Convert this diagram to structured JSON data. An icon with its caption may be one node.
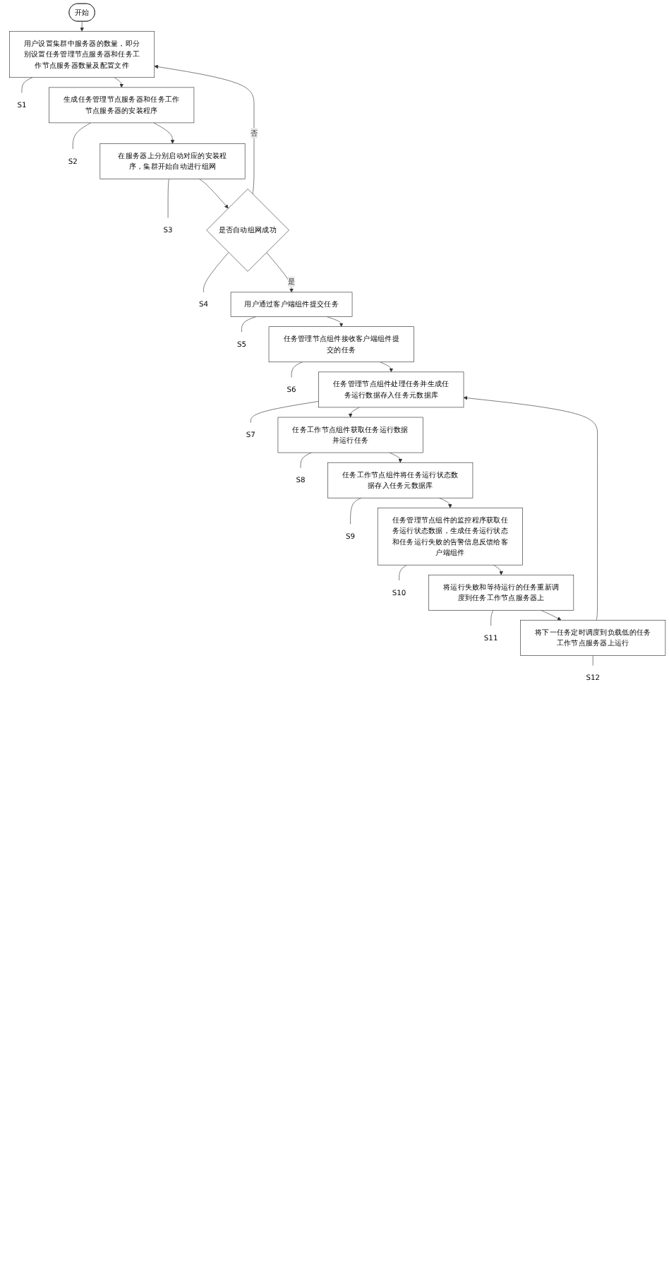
{
  "diagram": {
    "nodes": [
      {
        "text": [
          "开始"
        ]
      },
      {
        "text": [
          "用户设置集群中服务器的数量，即分别设置任务管理节点服务器和任务工作节点服务器数量及配置文件"
        ]
      },
      {
        "text": [
          "S1"
        ]
      },
      {
        "text": [
          "生成任务管理节点服务器和任务工作节点服务器的安装程序"
        ]
      },
      {
        "text": [
          "S2"
        ]
      },
      {
        "text": [
          "在服务器上分别启动对应的安装程序，集群开始自动进行组网"
        ]
      },
      {
        "text": [
          "S3"
        ]
      },
      {
        "text": [
          "是否自动组网成功"
        ]
      },
      {
        "text": [
          "S4"
        ]
      },
      {
        "text": [
          "用户通过客户端组件提交任务"
        ]
      },
      {
        "text": [
          "S5"
        ]
      },
      {
        "text": [
          "任务管理节点组件接收客户端组件提交的任务"
        ]
      },
      {
        "text": [
          "S6"
        ]
      },
      {
        "text": [
          "任务管理节点组件处理任务并生成任务运行数据存入任务元数据库"
        ]
      },
      {
        "text": [
          "S7"
        ]
      },
      {
        "text": [
          "任务工作节点组件获取任务运行数据并运行任务"
        ]
      },
      {
        "text": [
          "S8"
        ]
      },
      {
        "text": [
          "任务工作节点组件将任务运行状态数据存入任务元数据库"
        ]
      },
      {
        "text": [
          "S9"
        ]
      },
      {
        "text": [
          "任务管理节点组件的监控程序获取任务运行状态数据，生成任务运行状态和任务运行失败的告警信息反馈给客户端组件"
        ]
      },
      {
        "text": [
          "S10"
        ]
      },
      {
        "text": [
          "将运行失败和等待运行的任务重新调度到任务工作节点服务器上"
        ]
      },
      {
        "text": [
          "S11"
        ]
      },
      {
        "text": [
          "将下一任务定时调度到负载低的任务工作节点服务器上运行"
        ]
      },
      {
        "text": [
          "S12"
        ]
      }
    ],
    "edges": [
      {
        "from": 0,
        "to": 1,
        "arrow": "to"
      },
      {
        "from": 1,
        "to": 3,
        "arrow": "to"
      },
      {
        "from": 3,
        "to": 5,
        "arrow": "to"
      },
      {
        "from": 5,
        "to": 7,
        "arrow": "to"
      },
      {
        "from": 7,
        "to": 1,
        "arrow": "to",
        "label": "否"
      },
      {
        "from": 7,
        "to": 9,
        "arrow": "to",
        "label": "是"
      },
      {
        "from": 9,
        "to": 11,
        "arrow": "to"
      },
      {
        "from": 11,
        "to": 13,
        "arrow": "to"
      },
      {
        "from": 13,
        "to": 15,
        "arrow": "to"
      },
      {
        "from": 15,
        "to": 17,
        "arrow": "to"
      },
      {
        "from": 17,
        "to": 19,
        "arrow": "to"
      },
      {
        "from": 19,
        "to": 21,
        "arrow": "to"
      },
      {
        "from": 21,
        "to": 23,
        "arrow": "to"
      },
      {
        "from": 23,
        "to": 13,
        "arrow": "to"
      },
      {
        "from": 1,
        "to": 2,
        "arrow": "none"
      },
      {
        "from": 3,
        "to": 4,
        "arrow": "none"
      },
      {
        "from": 5,
        "to": 6,
        "arrow": "none"
      },
      {
        "from": 7,
        "to": 8,
        "arrow": "none"
      },
      {
        "from": 9,
        "to": 10,
        "arrow": "none"
      },
      {
        "from": 11,
        "to": 12,
        "arrow": "none"
      },
      {
        "from": 13,
        "to": 14,
        "arrow": "none"
      },
      {
        "from": 15,
        "to": 16,
        "arrow": "none"
      },
      {
        "from": 17,
        "to": 18,
        "arrow": "none"
      },
      {
        "from": 19,
        "to": 20,
        "arrow": "none"
      },
      {
        "from": 21,
        "to": 22,
        "arrow": "none"
      },
      {
        "from": 23,
        "to": 24,
        "arrow": "none"
      }
    ]
  }
}
